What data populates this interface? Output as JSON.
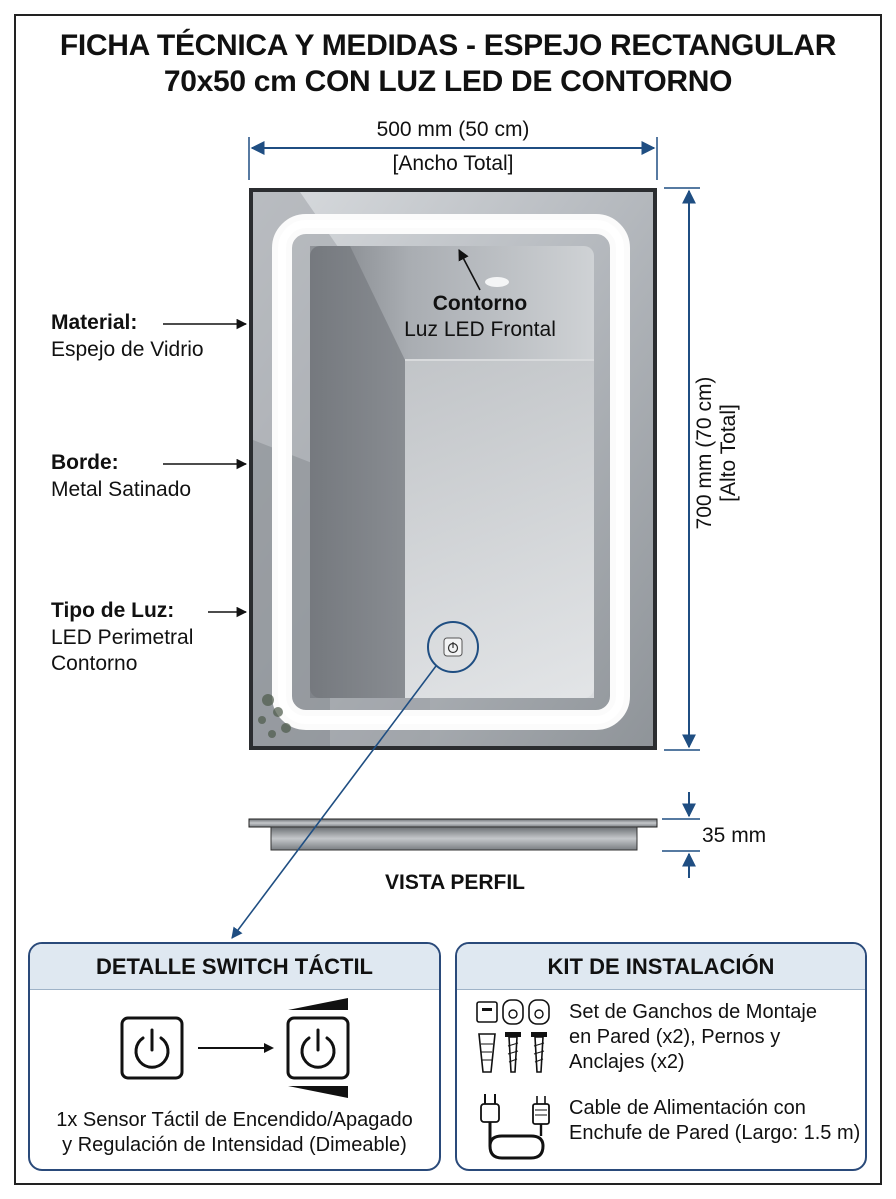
{
  "title": {
    "line1": "FICHA TÉCNICA Y MEDIDAS - ESPEJO RECTANGULAR",
    "line2": "70x50 cm CON LUZ LED DE CONTORNO"
  },
  "width_dimension": {
    "value": "500 mm (50 cm)",
    "note": "[Ancho Total]"
  },
  "height_dimension": {
    "value": "700 mm (70 cm)",
    "note": "[Alto Total]"
  },
  "depth_dimension": {
    "value": "35 mm"
  },
  "contour_label": {
    "title": "Contorno",
    "subtitle": "Luz LED Frontal"
  },
  "specs": [
    {
      "label": "Material:",
      "value": "Espejo de Vidrio"
    },
    {
      "label": "Borde:",
      "value": "Metal Satinado"
    },
    {
      "label": "Tipo de Luz:",
      "value_line1": "LED Perimetral",
      "value_line2": "Contorno"
    }
  ],
  "profile_label": "VISTA PERFIL",
  "switch_panel": {
    "title": "DETALLE SWITCH TÁCTIL",
    "desc_line1": "1x Sensor Táctil de Encendido/Apagado",
    "desc_line2": "y Regulación de Intensidad (Dimeable)"
  },
  "kit_panel": {
    "title": "KIT DE INSTALACIÓN",
    "item1_line1": "Set de Ganchos de Montaje",
    "item1_line2": "en Pared (x2), Pernos y",
    "item1_line3": "Anclajes (x2)",
    "item2_line1": "Cable de Alimentación con",
    "item2_line2": "Enchufe de Pared (Largo: 1.5 m)"
  },
  "colors": {
    "dimension_line": "#1f4e82",
    "panel_border": "#2a4a7a",
    "panel_header": "#dfe8f1"
  },
  "icons": [
    "power-icon",
    "brightness-ramp-icon",
    "mounting-hook-icon",
    "wall-anchor-icon",
    "screw-icon",
    "power-plug-icon"
  ]
}
